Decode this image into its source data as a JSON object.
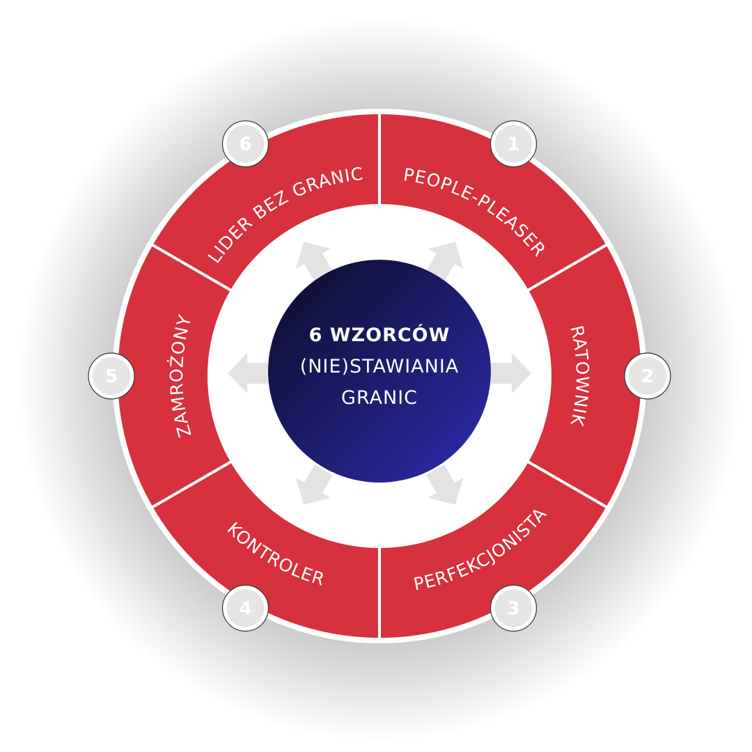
{
  "title": {
    "line1_bold": "6",
    "line1_rest": " WZORCÓW",
    "line2": "(NIE)STAWIANIA",
    "line3": "GRANIC"
  },
  "segments": [
    {
      "number": "1",
      "label": "PEOPLE-PLEASER",
      "angle": 60
    },
    {
      "number": "2",
      "label": "RATOWNIK",
      "angle": 0
    },
    {
      "number": "3",
      "label": "PERFEKCJONISTA",
      "angle": -60
    },
    {
      "number": "4",
      "label": "KONTROLER",
      "angle": -120
    },
    {
      "number": "5",
      "label": "ZAMROŻONY",
      "angle": 180
    },
    {
      "number": "6",
      "label": "LIDER BEZ GRANIC",
      "angle": 120
    }
  ],
  "colors": {
    "segment": "#d6313d",
    "arrow": "#e4e3e1",
    "badge_inner": "#e6e5e3",
    "center_start": "#0b0b25",
    "center_end": "#2d2db0"
  }
}
